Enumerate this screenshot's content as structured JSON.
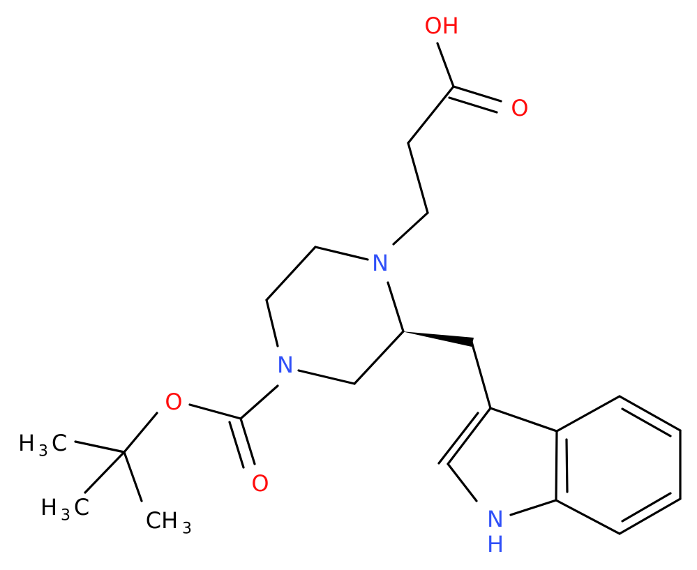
{
  "molecule": {
    "atom_labels": {
      "oh": "OH",
      "o_carbonyl_acid": "O",
      "n1": "N",
      "n4": "N",
      "o_ester": "O",
      "o_carbonyl_boc": "O",
      "nh": "H",
      "nh_n": "N",
      "ch3_top_h": "H",
      "ch3_top_c": "C",
      "ch3_top_sub": "3",
      "ch3_left_h": "H",
      "ch3_left_c": "C",
      "ch3_left_sub": "3",
      "ch3_right_c": "CH",
      "ch3_right_sub": "3"
    },
    "colors": {
      "bond": "#000000",
      "oxygen": "#ff0d0d",
      "nitrogen": "#3050f8"
    },
    "stereo": "wedge-bond at piperazine C2"
  }
}
